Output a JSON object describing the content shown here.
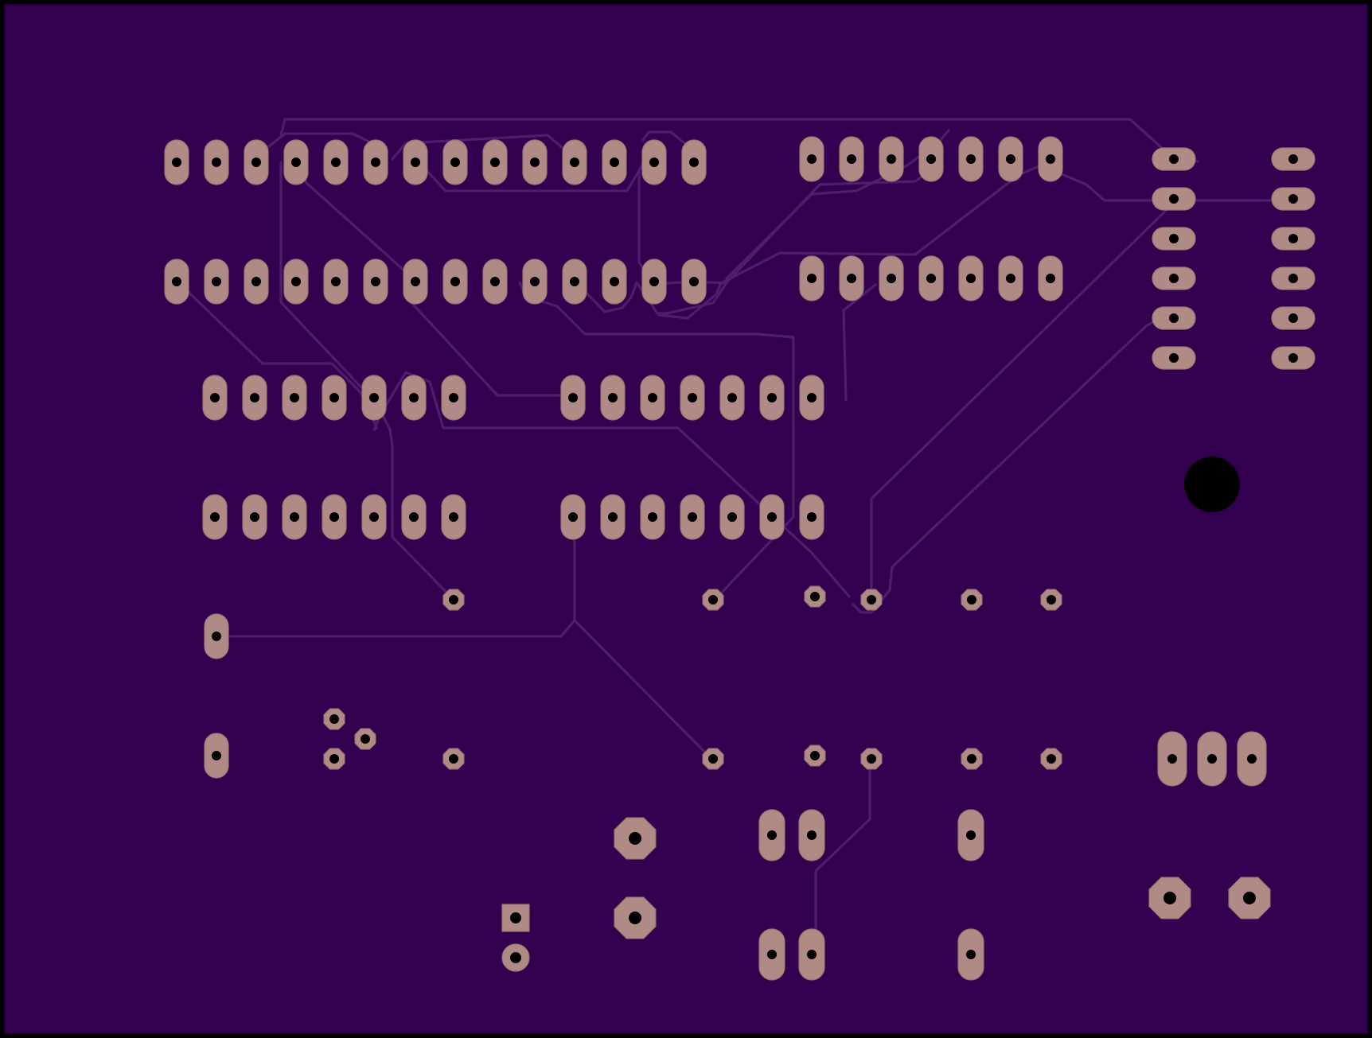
{
  "view": "pcb-bottom-layer",
  "colors": {
    "board": "#32004f",
    "outline": "#000000",
    "pad": "#b08a84",
    "trace": "#4d1f6a",
    "drill": "#000000"
  },
  "components": [
    {
      "name": "dip28-socket",
      "pins": 28
    },
    {
      "name": "dip14-socket-right",
      "pins": 14
    },
    {
      "name": "dip14-socket-left",
      "pins": 14
    },
    {
      "name": "dip14-socket-middle",
      "pins": 14
    },
    {
      "name": "header-2x6",
      "pins": 12
    },
    {
      "name": "to92-transistor",
      "pins": 3
    },
    {
      "name": "mounting-hole",
      "pins": 0
    }
  ]
}
